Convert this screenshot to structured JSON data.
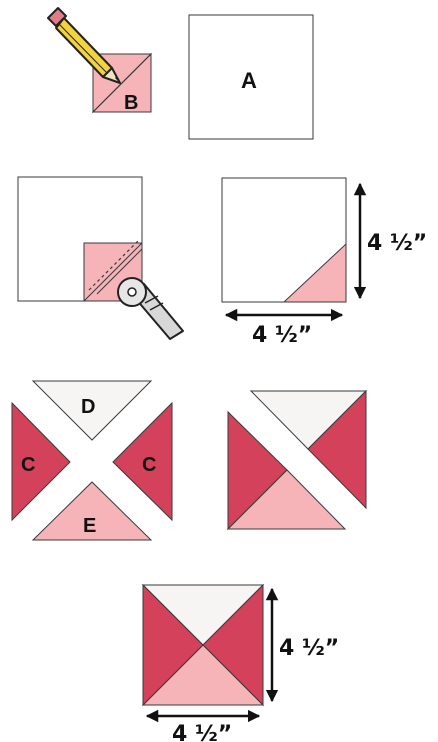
{
  "labels": {
    "a": "A",
    "b": "B",
    "c": "C",
    "d": "D",
    "e": "E"
  },
  "measure": "4 ½”",
  "colors": {
    "outline": "#3a3a3a",
    "square_fill": "#ffffff",
    "light_pink": "#f6b4b8",
    "dark_pink": "#d4415b",
    "off_white": "#f7f5f3",
    "pencil_body": "#f3d33d",
    "pencil_eraser": "#e27d88",
    "cutter_gray": "#d8d8d8"
  },
  "icons": [
    "pencil-icon",
    "rotary-cutter-icon",
    "dimension-arrow-icon"
  ]
}
